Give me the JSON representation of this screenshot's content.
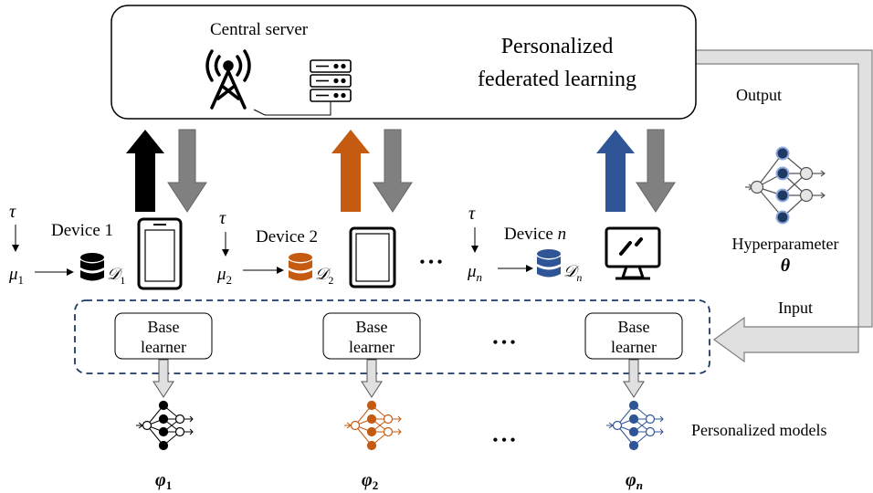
{
  "server": {
    "title": "Central server",
    "method_line1": "Personalized",
    "method_line2": "federated learning"
  },
  "side": {
    "output_label": "Output",
    "input_label": "Input",
    "hyper_label": "Hyperparameter",
    "hyper_symbol": "θ"
  },
  "devices": [
    {
      "label": "Device 1",
      "tau": "τ",
      "mu": "μ",
      "mu_sub": "1",
      "data": "𝒟",
      "data_sub": "1",
      "model": "φ",
      "model_sub": "1",
      "color": "#000000",
      "device_icon": "smartphone-icon"
    },
    {
      "label": "Device 2",
      "tau": "τ",
      "mu": "μ",
      "mu_sub": "2",
      "data": "𝒟",
      "data_sub": "2",
      "model": "φ",
      "model_sub": "2",
      "color": "#c55a11",
      "device_icon": "tablet-icon"
    },
    {
      "label": "Device ",
      "label_var": "n",
      "tau": "τ",
      "mu": "μ",
      "mu_sub": "n",
      "data": "𝒟",
      "data_sub": "n",
      "model": "φ",
      "model_sub": "n",
      "color": "#2f5597",
      "device_icon": "monitor-icon"
    }
  ],
  "base_learner": {
    "line1": "Base",
    "line2": "learner"
  },
  "ellipsis": "• • •",
  "personalized_models_label": "Personalized models",
  "colors": {
    "upload_arrow_gray": "#808080",
    "big_arrow_fill": "#e0e0e0",
    "dashed_border": "#1f3864"
  }
}
